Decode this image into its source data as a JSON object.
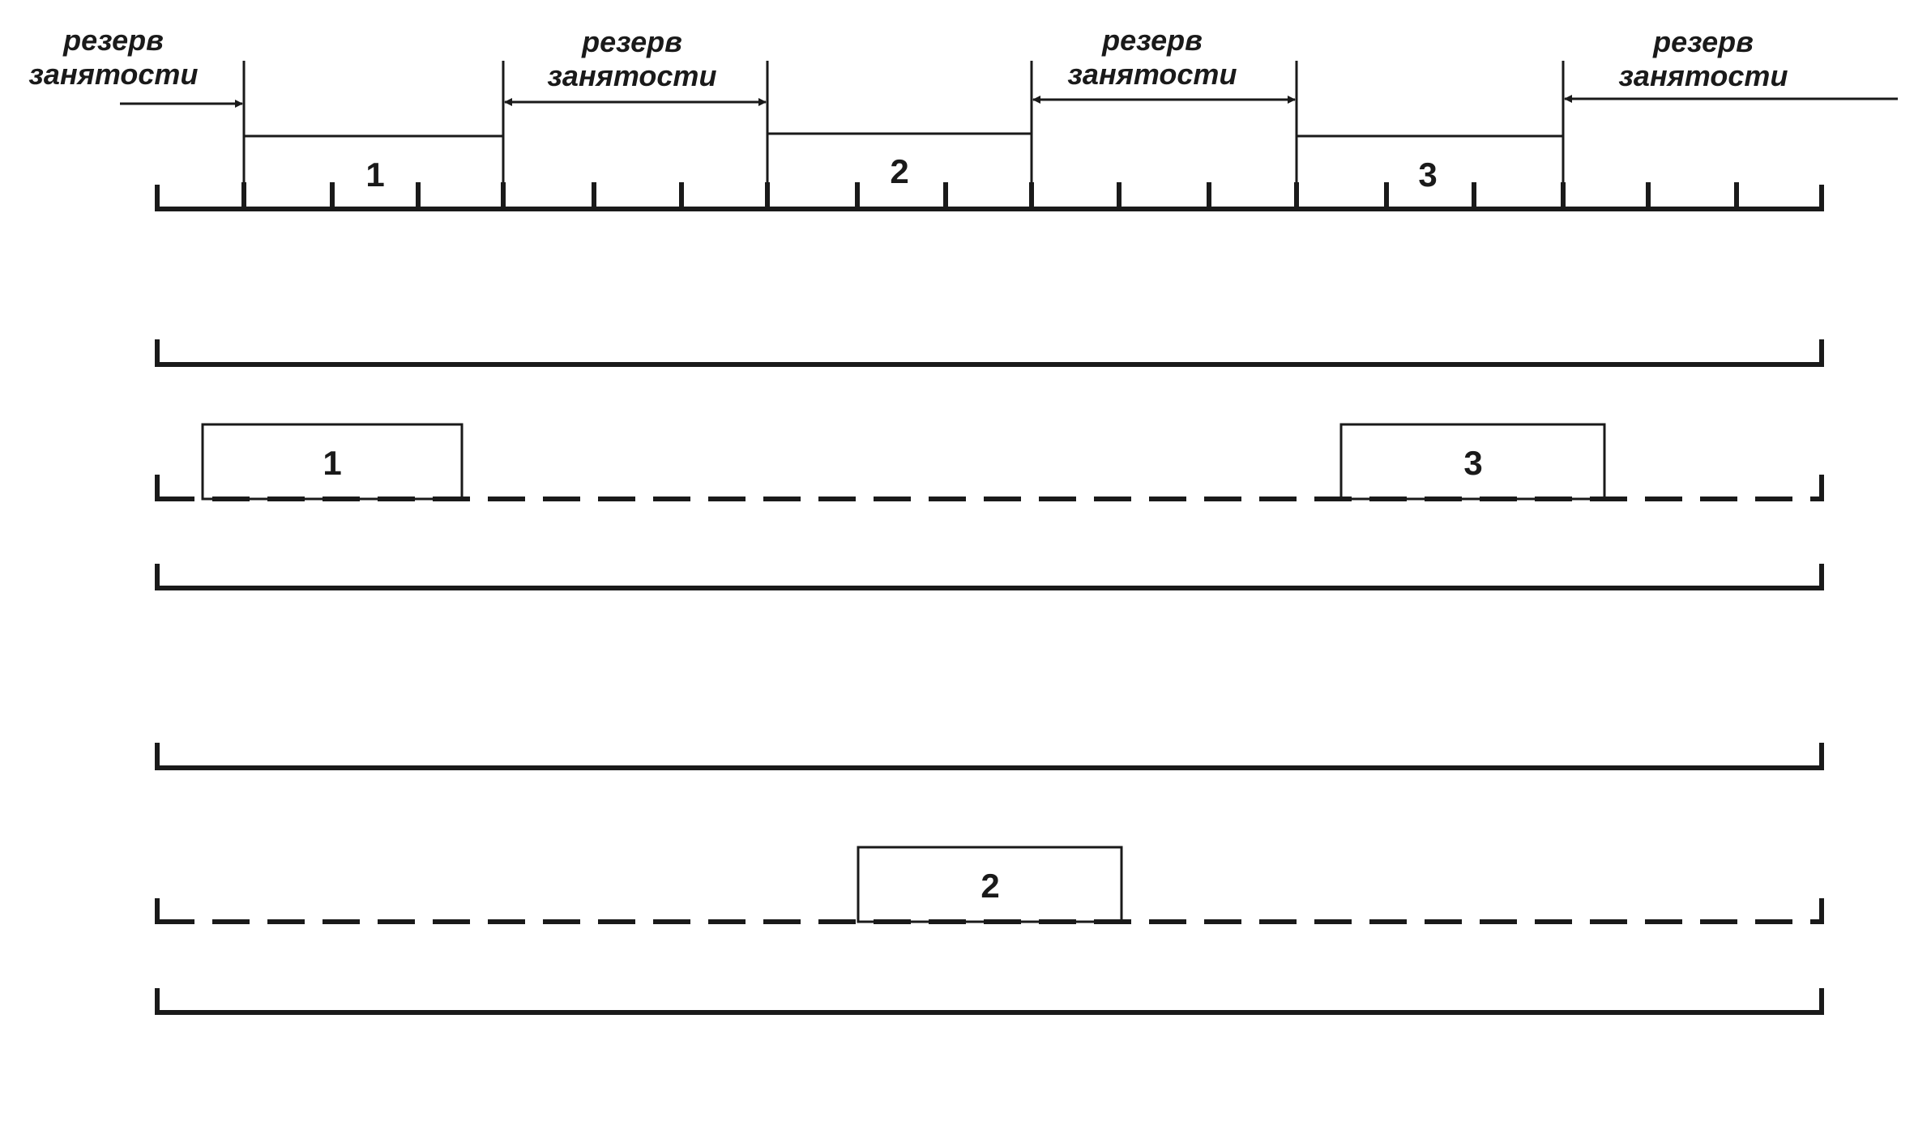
{
  "reserve_labels": [
    {
      "line1": "резерв",
      "line2": "занятости"
    },
    {
      "line1": "резерв",
      "line2": "занятости"
    },
    {
      "line1": "резерв",
      "line2": "занятости"
    },
    {
      "line1": "резерв",
      "line2": "занятости"
    }
  ],
  "track_blocks": [
    {
      "label": "1"
    },
    {
      "label": "2"
    },
    {
      "label": "3"
    }
  ],
  "dashed_track_a_blocks": [
    {
      "label": "1"
    },
    {
      "label": "3"
    }
  ],
  "dashed_track_b_blocks": [
    {
      "label": "2"
    }
  ],
  "colors": {
    "stroke": "#1a1a1a",
    "background": "#ffffff"
  }
}
